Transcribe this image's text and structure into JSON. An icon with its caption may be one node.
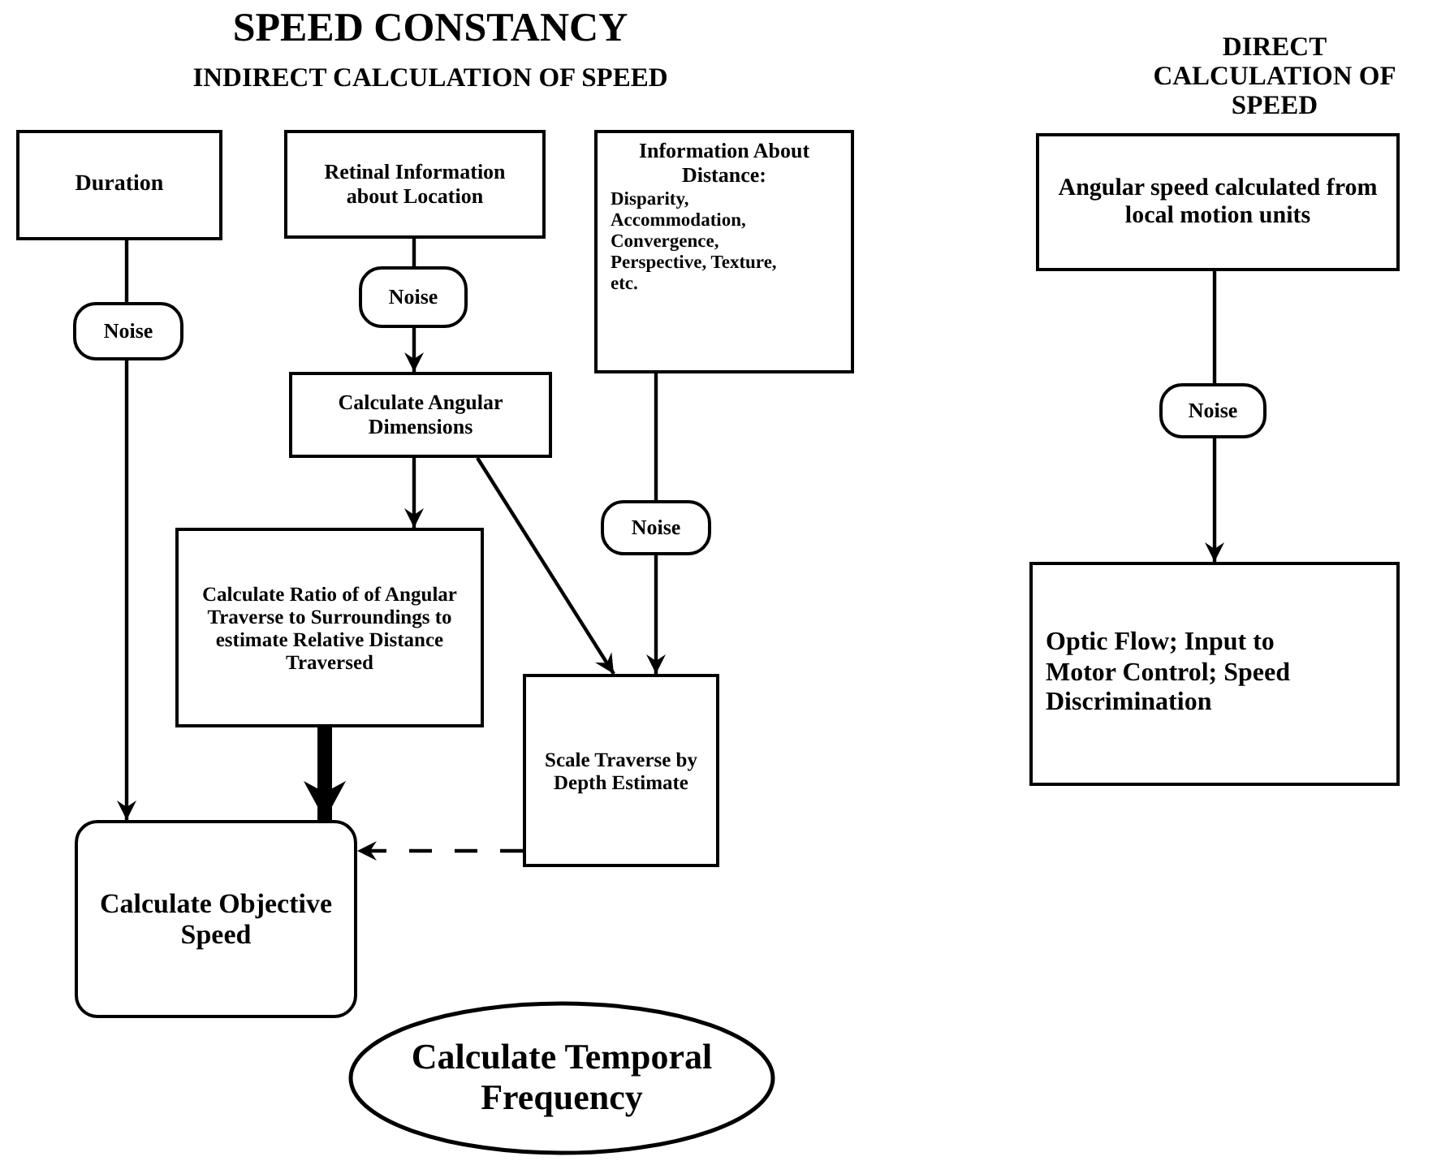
{
  "diagram": {
    "title": "SPEED CONSTANCY",
    "nodes": [
      {
        "text": [
          "Duration"
        ]
      },
      {
        "text": [
          "Noise"
        ]
      },
      {
        "text": [
          "Retinal Information about Location"
        ]
      },
      {
        "text": [
          "Noise"
        ]
      },
      {
        "text": [
          "Calculate Angular Dimensions"
        ]
      },
      {
        "text": [
          "Information About Distance:",
          "Disparity, Accommodation, Convergence, Perspective, Texture, etc."
        ]
      },
      {
        "text": [
          "Noise"
        ]
      },
      {
        "text": [
          "Calculate Ratio of of Angular Traverse to Surroundings to estimate Relative Distance Traversed"
        ]
      },
      {
        "text": [
          "Scale Traverse by Depth Estimate"
        ]
      },
      {
        "text": [
          "Calculate Objective Speed"
        ]
      },
      {
        "text": [
          "Calculate Temporal Frequency"
        ]
      },
      {
        "text": [
          "Angular speed calculated from local motion units"
        ]
      },
      {
        "text": [
          "Noise"
        ]
      },
      {
        "text": [
          "Optic Flow; Input to Motor Control; Speed Discrimination"
        ]
      }
    ],
    "edges": [
      {
        "from": 0,
        "to": 1,
        "arrow": "none"
      },
      {
        "from": 1,
        "to": 9,
        "arrow": "to"
      },
      {
        "from": 2,
        "to": 3,
        "arrow": "none"
      },
      {
        "from": 3,
        "to": 4,
        "arrow": "to"
      },
      {
        "from": 4,
        "to": 7,
        "arrow": "to"
      },
      {
        "from": 4,
        "to": 8,
        "arrow": "to"
      },
      {
        "from": 5,
        "to": 6,
        "arrow": "none"
      },
      {
        "from": 6,
        "to": 8,
        "arrow": "to"
      },
      {
        "from": 7,
        "to": 9,
        "arrow": "to",
        "style": "thick"
      },
      {
        "from": 8,
        "to": 9,
        "arrow": "to",
        "style": "dashed"
      },
      {
        "from": 11,
        "to": 12,
        "arrow": "none"
      },
      {
        "from": 12,
        "to": 13,
        "arrow": "to"
      }
    ],
    "labels": [
      "INDIRECT CALCULATION OF SPEED",
      "DIRECT CALCULATION OF SPEED"
    ]
  }
}
